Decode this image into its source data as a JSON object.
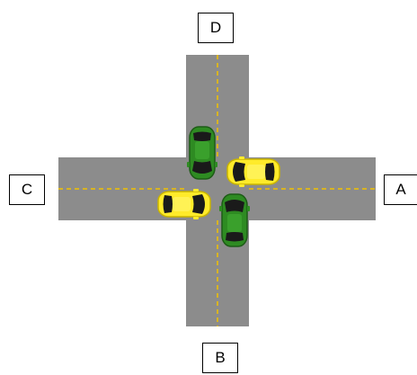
{
  "directions": {
    "north": "D",
    "south": "B",
    "west": "C",
    "east": "A"
  },
  "colors": {
    "road": "#8c8c8c",
    "lane_marking": "#f2c200",
    "green_car": "#2e8b22",
    "yellow_car": "#ffeb2a",
    "windshield": "#1a1a1a"
  },
  "vehicles": [
    {
      "color": "green",
      "heading": "south",
      "approach": "D"
    },
    {
      "color": "yellow",
      "heading": "west",
      "approach": "A"
    },
    {
      "color": "yellow",
      "heading": "east",
      "approach": "C"
    },
    {
      "color": "green",
      "heading": "north",
      "approach": "B"
    }
  ]
}
